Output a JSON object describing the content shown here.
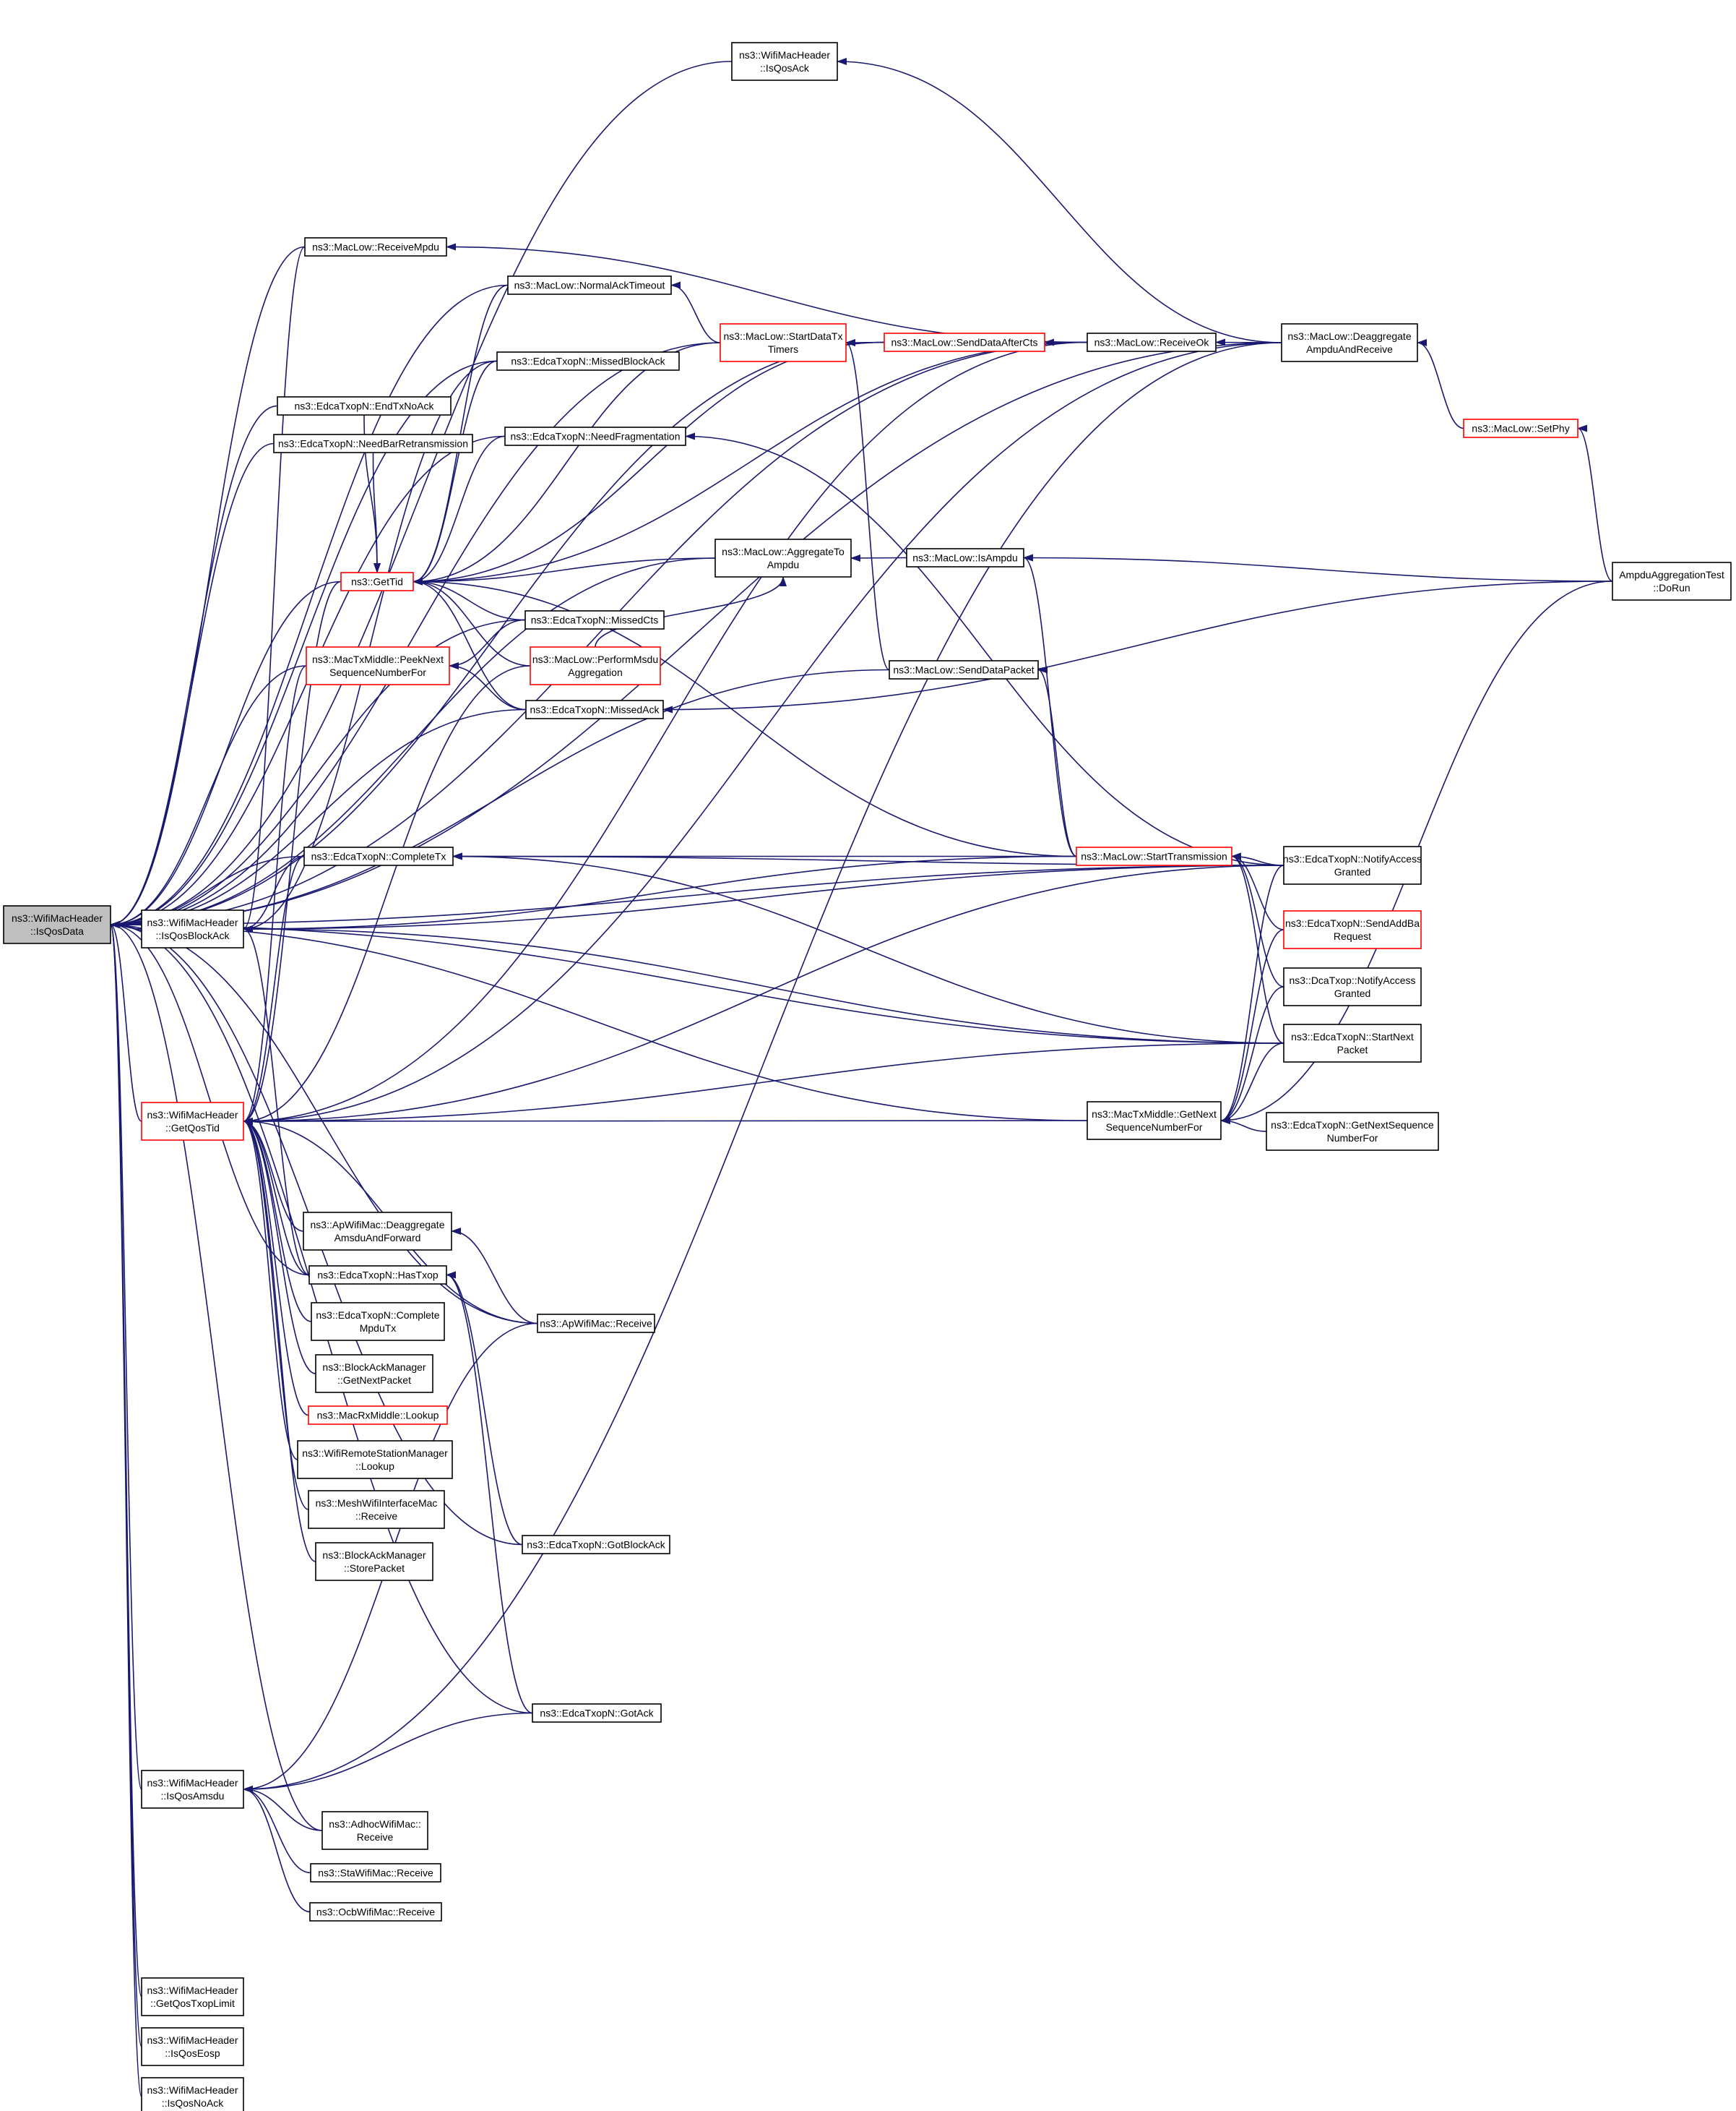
{
  "colors": {
    "edge": "#191970",
    "node_border": "#000000",
    "node_border_truncated": "#ff0000",
    "root_fill": "#bfbfbf",
    "background": "#ffffff"
  },
  "nodes": [
    {
      "id": "IsQosData",
      "lines": [
        "ns3::WifiMacHeader",
        "::IsQosData"
      ],
      "kind": "root"
    },
    {
      "id": "IsQosAck",
      "lines": [
        "ns3::WifiMacHeader",
        "::IsQosAck"
      ],
      "kind": "normal"
    },
    {
      "id": "ReceiveMpdu",
      "lines": [
        "ns3::MacLow::ReceiveMpdu"
      ],
      "kind": "normal"
    },
    {
      "id": "NormalAckTimeout",
      "lines": [
        "ns3::MacLow::NormalAckTimeout"
      ],
      "kind": "normal"
    },
    {
      "id": "StartDataTxTimers",
      "lines": [
        "ns3::MacLow::StartDataTx",
        "Timers"
      ],
      "kind": "red"
    },
    {
      "id": "SendDataAfterCts",
      "lines": [
        "ns3::MacLow::SendDataAfterCts"
      ],
      "kind": "red"
    },
    {
      "id": "ReceiveOk",
      "lines": [
        "ns3::MacLow::ReceiveOk"
      ],
      "kind": "normal"
    },
    {
      "id": "DeaggregateAmpdu",
      "lines": [
        "ns3::MacLow::Deaggregate",
        "AmpduAndReceive"
      ],
      "kind": "normal"
    },
    {
      "id": "MissedBlockAck",
      "lines": [
        "ns3::EdcaTxopN::MissedBlockAck"
      ],
      "kind": "normal"
    },
    {
      "id": "EndTxNoAck",
      "lines": [
        "ns3::EdcaTxopN::EndTxNoAck"
      ],
      "kind": "normal"
    },
    {
      "id": "NeedBarRetransmission",
      "lines": [
        "ns3::EdcaTxopN::NeedBarRetransmission"
      ],
      "kind": "normal"
    },
    {
      "id": "NeedFragmentation",
      "lines": [
        "ns3::EdcaTxopN::NeedFragmentation"
      ],
      "kind": "normal"
    },
    {
      "id": "SetPhy",
      "lines": [
        "ns3::MacLow::SetPhy"
      ],
      "kind": "red"
    },
    {
      "id": "GetTid",
      "lines": [
        "ns3::GetTid"
      ],
      "kind": "red"
    },
    {
      "id": "AggregateToAmpdu",
      "lines": [
        "ns3::MacLow::AggregateTo",
        "Ampdu"
      ],
      "kind": "normal"
    },
    {
      "id": "IsAmpdu",
      "lines": [
        "ns3::MacLow::IsAmpdu"
      ],
      "kind": "normal"
    },
    {
      "id": "DoRun",
      "lines": [
        "AmpduAggregationTest",
        "::DoRun"
      ],
      "kind": "normal"
    },
    {
      "id": "MissedCts",
      "lines": [
        "ns3::EdcaTxopN::MissedCts"
      ],
      "kind": "normal"
    },
    {
      "id": "PeekNext",
      "lines": [
        "ns3::MacTxMiddle::PeekNext",
        "SequenceNumberFor"
      ],
      "kind": "red"
    },
    {
      "id": "PerformMsdu",
      "lines": [
        "ns3::MacLow::PerformMsdu",
        "Aggregation"
      ],
      "kind": "red"
    },
    {
      "id": "SendDataPacket",
      "lines": [
        "ns3::MacLow::SendDataPacket"
      ],
      "kind": "normal"
    },
    {
      "id": "MissedAck",
      "lines": [
        "ns3::EdcaTxopN::MissedAck"
      ],
      "kind": "normal"
    },
    {
      "id": "CompleteTx",
      "lines": [
        "ns3::EdcaTxopN::CompleteTx"
      ],
      "kind": "normal"
    },
    {
      "id": "StartTransmission",
      "lines": [
        "ns3::MacLow::StartTransmission"
      ],
      "kind": "red"
    },
    {
      "id": "NotifyAccessGranted",
      "lines": [
        "ns3::EdcaTxopN::NotifyAccess",
        "Granted"
      ],
      "kind": "normal"
    },
    {
      "id": "IsQosBlockAck",
      "lines": [
        "ns3::WifiMacHeader",
        "::IsQosBlockAck"
      ],
      "kind": "normal"
    },
    {
      "id": "SendAddBaRequest",
      "lines": [
        "ns3::EdcaTxopN::SendAddBa",
        "Request"
      ],
      "kind": "red"
    },
    {
      "id": "DcaNotifyAccess",
      "lines": [
        "ns3::DcaTxop::NotifyAccess",
        "Granted"
      ],
      "kind": "normal"
    },
    {
      "id": "StartNextPacket",
      "lines": [
        "ns3::EdcaTxopN::StartNext",
        "Packet"
      ],
      "kind": "normal"
    },
    {
      "id": "GetQosTid",
      "lines": [
        "ns3::WifiMacHeader",
        "::GetQosTid"
      ],
      "kind": "red"
    },
    {
      "id": "GetNextSeqMiddle",
      "lines": [
        "ns3::MacTxMiddle::GetNext",
        "SequenceNumberFor"
      ],
      "kind": "normal"
    },
    {
      "id": "GetNextSeqEdca",
      "lines": [
        "ns3::EdcaTxopN::GetNextSequence",
        "NumberFor"
      ],
      "kind": "normal"
    },
    {
      "id": "ApDeaggregate",
      "lines": [
        "ns3::ApWifiMac::Deaggregate",
        "AmsduAndForward"
      ],
      "kind": "normal"
    },
    {
      "id": "HasTxop",
      "lines": [
        "ns3::EdcaTxopN::HasTxop"
      ],
      "kind": "normal"
    },
    {
      "id": "ApReceive",
      "lines": [
        "ns3::ApWifiMac::Receive"
      ],
      "kind": "normal"
    },
    {
      "id": "CompleteMpduTx",
      "lines": [
        "ns3::EdcaTxopN::Complete",
        "MpduTx"
      ],
      "kind": "normal"
    },
    {
      "id": "BAMGetNextPacket",
      "lines": [
        "ns3::BlockAckManager",
        "::GetNextPacket"
      ],
      "kind": "normal"
    },
    {
      "id": "MacRxLookup",
      "lines": [
        "ns3::MacRxMiddle::Lookup"
      ],
      "kind": "red"
    },
    {
      "id": "RSMLookup",
      "lines": [
        "ns3::WifiRemoteStationManager",
        "::Lookup"
      ],
      "kind": "normal"
    },
    {
      "id": "MeshReceive",
      "lines": [
        "ns3::MeshWifiInterfaceMac",
        "::Receive"
      ],
      "kind": "normal"
    },
    {
      "id": "BAMStorePacket",
      "lines": [
        "ns3::BlockAckManager",
        "::StorePacket"
      ],
      "kind": "normal"
    },
    {
      "id": "GotBlockAck",
      "lines": [
        "ns3::EdcaTxopN::GotBlockAck"
      ],
      "kind": "normal"
    },
    {
      "id": "GotAck",
      "lines": [
        "ns3::EdcaTxopN::GotAck"
      ],
      "kind": "normal"
    },
    {
      "id": "IsQosAmsdu",
      "lines": [
        "ns3::WifiMacHeader",
        "::IsQosAmsdu"
      ],
      "kind": "normal"
    },
    {
      "id": "AdhocReceive",
      "lines": [
        "ns3::AdhocWifiMac::",
        "Receive"
      ],
      "kind": "normal"
    },
    {
      "id": "StaReceive",
      "lines": [
        "ns3::StaWifiMac::Receive"
      ],
      "kind": "normal"
    },
    {
      "id": "OcbReceive",
      "lines": [
        "ns3::OcbWifiMac::Receive"
      ],
      "kind": "normal"
    },
    {
      "id": "GetQosTxopLimit",
      "lines": [
        "ns3::WifiMacHeader",
        "::GetQosTxopLimit"
      ],
      "kind": "normal"
    },
    {
      "id": "IsQosEosp",
      "lines": [
        "ns3::WifiMacHeader",
        "::IsQosEosp"
      ],
      "kind": "normal"
    },
    {
      "id": "IsQosNoAck",
      "lines": [
        "ns3::WifiMacHeader",
        "::IsQosNoAck"
      ],
      "kind": "normal"
    }
  ],
  "edges": [
    [
      "IsQosAck",
      "IsQosData"
    ],
    [
      "ReceiveMpdu",
      "IsQosData"
    ],
    [
      "NormalAckTimeout",
      "IsQosData"
    ],
    [
      "StartDataTxTimers",
      "IsQosData"
    ],
    [
      "SendDataAfterCts",
      "IsQosData"
    ],
    [
      "ReceiveOk",
      "IsQosData"
    ],
    [
      "DeaggregateAmpdu",
      "IsQosData"
    ],
    [
      "MissedBlockAck",
      "IsQosData"
    ],
    [
      "EndTxNoAck",
      "IsQosData"
    ],
    [
      "NeedBarRetransmission",
      "IsQosData"
    ],
    [
      "NeedFragmentation",
      "IsQosData"
    ],
    [
      "GetTid",
      "IsQosData"
    ],
    [
      "AggregateToAmpdu",
      "IsQosData"
    ],
    [
      "MissedCts",
      "IsQosData"
    ],
    [
      "PeekNext",
      "IsQosData"
    ],
    [
      "MissedAck",
      "IsQosData"
    ],
    [
      "SendDataPacket",
      "IsQosData"
    ],
    [
      "CompleteTx",
      "IsQosData"
    ],
    [
      "NotifyAccessGranted",
      "IsQosData"
    ],
    [
      "IsQosBlockAck",
      "IsQosData"
    ],
    [
      "StartNextPacket",
      "IsQosData"
    ],
    [
      "GetQosTid",
      "IsQosData"
    ],
    [
      "GetNextSeqMiddle",
      "IsQosData"
    ],
    [
      "HasTxop",
      "IsQosData"
    ],
    [
      "ApReceive",
      "IsQosData"
    ],
    [
      "GotBlockAck",
      "IsQosData"
    ],
    [
      "GotAck",
      "IsQosData"
    ],
    [
      "IsQosAmsdu",
      "IsQosData"
    ],
    [
      "AdhocReceive",
      "IsQosData"
    ],
    [
      "GetQosTxopLimit",
      "IsQosData"
    ],
    [
      "IsQosEosp",
      "IsQosData"
    ],
    [
      "IsQosNoAck",
      "IsQosData"
    ],
    [
      "DeaggregateAmpdu",
      "IsQosAck"
    ],
    [
      "ReceiveOk",
      "ReceiveMpdu"
    ],
    [
      "StartDataTxTimers",
      "NormalAckTimeout"
    ],
    [
      "SendDataAfterCts",
      "StartDataTxTimers"
    ],
    [
      "SendDataPacket",
      "StartDataTxTimers"
    ],
    [
      "ReceiveOk",
      "SendDataAfterCts"
    ],
    [
      "DeaggregateAmpdu",
      "ReceiveOk"
    ],
    [
      "SetPhy",
      "DeaggregateAmpdu"
    ],
    [
      "DoRun",
      "SetPhy"
    ],
    [
      "AggregateToAmpdu",
      "GetTid"
    ],
    [
      "MissedCts",
      "GetTid"
    ],
    [
      "PerformMsdu",
      "GetTid"
    ],
    [
      "MissedAck",
      "GetTid"
    ],
    [
      "StartTransmission",
      "GetTid"
    ],
    [
      "IsAmpdu",
      "AggregateToAmpdu"
    ],
    [
      "DoRun",
      "IsAmpdu"
    ],
    [
      "StartTransmission",
      "IsAmpdu"
    ],
    [
      "PerformMsdu",
      "AggregateToAmpdu"
    ],
    [
      "MissedCts",
      "PeekNext"
    ],
    [
      "MissedAck",
      "PeekNext"
    ],
    [
      "StartTransmission",
      "SendDataPacket"
    ],
    [
      "StartTransmission",
      "CompleteTx"
    ],
    [
      "NotifyAccessGranted",
      "StartTransmission"
    ],
    [
      "SendAddBaRequest",
      "StartTransmission"
    ],
    [
      "DcaNotifyAccess",
      "StartTransmission"
    ],
    [
      "StartNextPacket",
      "StartTransmission"
    ],
    [
      "NotifyAccessGranted",
      "NeedFragmentation"
    ],
    [
      "DoRun",
      "MissedAck"
    ],
    [
      "StartNextPacket",
      "CompleteTx"
    ],
    [
      "StartTransmission",
      "IsQosBlockAck"
    ],
    [
      "StartNextPacket",
      "IsQosBlockAck"
    ],
    [
      "NeedBarRetransmission",
      "GetTid"
    ],
    [
      "NotifyAccessGranted",
      "GetQosTid"
    ],
    [
      "GetNextSeqMiddle",
      "GetQosTid"
    ],
    [
      "StartNextPacket",
      "GetQosTid"
    ],
    [
      "NotifyAccessGranted",
      "GetNextSeqMiddle"
    ],
    [
      "SendAddBaRequest",
      "GetNextSeqMiddle"
    ],
    [
      "StartNextPacket",
      "GetNextSeqMiddle"
    ],
    [
      "GetNextSeqEdca",
      "GetNextSeqMiddle"
    ],
    [
      "DoRun",
      "GetNextSeqMiddle"
    ],
    [
      "DcaNotifyAccess",
      "GetNextSeqMiddle"
    ],
    [
      "ApReceive",
      "ApDeaggregate"
    ],
    [
      "GotBlockAck",
      "HasTxop"
    ],
    [
      "GotAck",
      "HasTxop"
    ],
    [
      "ApReceive",
      "GetQosTid"
    ],
    [
      "CompleteMpduTx",
      "GetQosTid"
    ],
    [
      "BAMGetNextPacket",
      "GetQosTid"
    ],
    [
      "MacRxLookup",
      "GetQosTid"
    ],
    [
      "RSMLookup",
      "GetQosTid"
    ],
    [
      "MeshReceive",
      "GetQosTid"
    ],
    [
      "BAMStorePacket",
      "GetQosTid"
    ],
    [
      "ApDeaggregate",
      "GetQosTid"
    ],
    [
      "HasTxop",
      "GetQosTid"
    ],
    [
      "PeekNext",
      "GetQosTid"
    ],
    [
      "CompleteTx",
      "GetQosTid"
    ],
    [
      "PerformMsdu",
      "GetQosTid"
    ],
    [
      "ApReceive",
      "IsQosAmsdu"
    ],
    [
      "GotAck",
      "IsQosAmsdu"
    ],
    [
      "AdhocReceive",
      "IsQosAmsdu"
    ],
    [
      "StaReceive",
      "IsQosAmsdu"
    ],
    [
      "OcbReceive",
      "IsQosAmsdu"
    ],
    [
      "DeaggregateAmpdu",
      "IsQosAmsdu"
    ],
    [
      "CompleteTx",
      "IsQosBlockAck"
    ],
    [
      "HasTxop",
      "IsQosBlockAck"
    ],
    [
      "ReceiveMpdu",
      "IsQosBlockAck"
    ],
    [
      "MissedBlockAck",
      "IsQosBlockAck"
    ],
    [
      "GetTid",
      "GetQosTid"
    ],
    [
      "NormalAckTimeout",
      "GetTid"
    ],
    [
      "MissedBlockAck",
      "GetTid"
    ],
    [
      "EndTxNoAck",
      "GetTid"
    ],
    [
      "NeedFragmentation",
      "GetTid"
    ],
    [
      "SendDataAfterCts",
      "GetTid"
    ],
    [
      "ReceiveOk",
      "GetTid"
    ],
    [
      "StartDataTxTimers",
      "GetTid"
    ],
    [
      "ReceiveOk",
      "GetQosTid"
    ],
    [
      "NotifyAccessGranted",
      "CompleteTx"
    ],
    [
      "DeaggregateAmpdu",
      "GetQosTid"
    ],
    [
      "NotifyAccessGranted",
      "IsQosBlockAck"
    ]
  ]
}
